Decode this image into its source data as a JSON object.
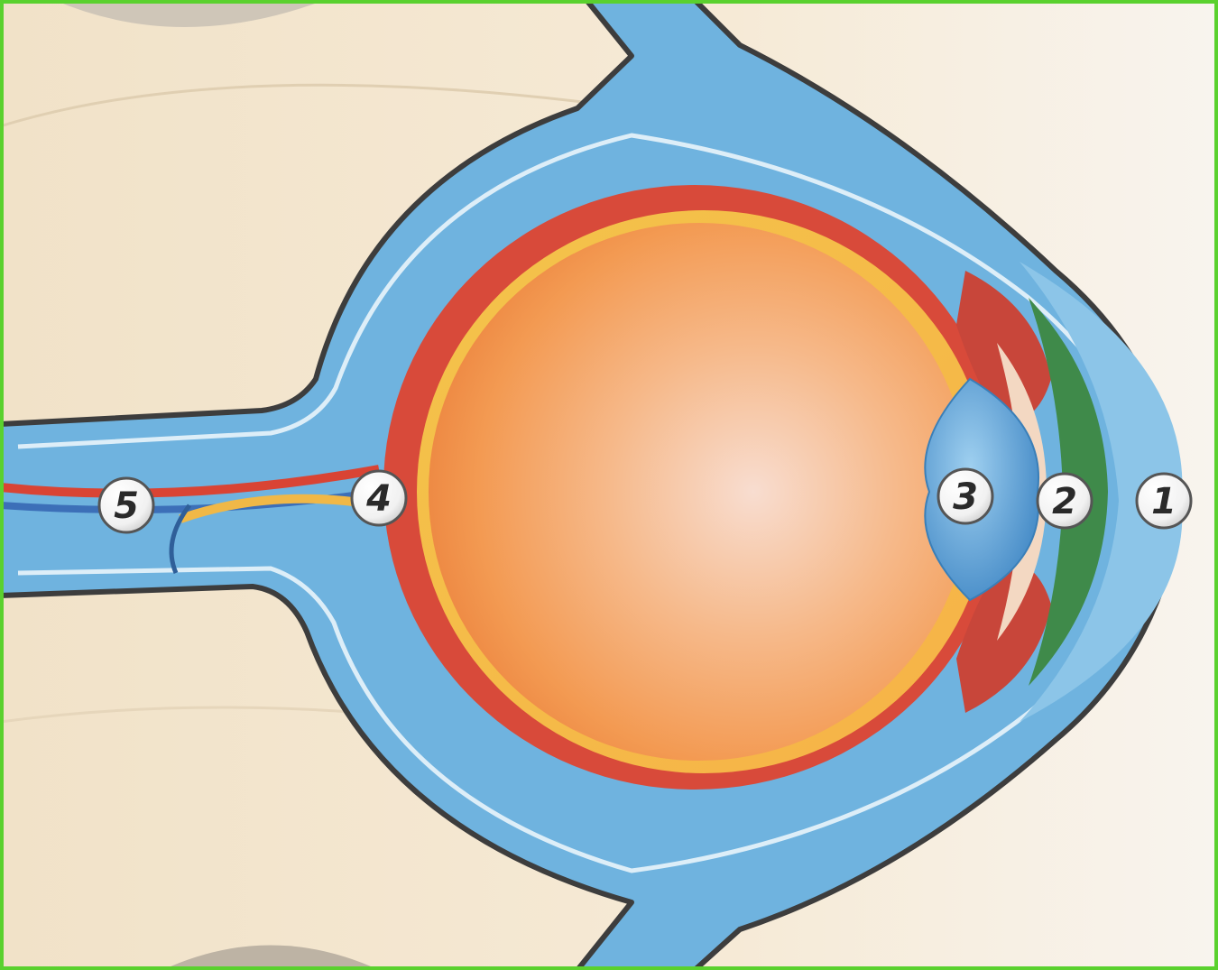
{
  "markers": [
    {
      "id": "marker-1",
      "label": "1"
    },
    {
      "id": "marker-2",
      "label": "2"
    },
    {
      "id": "marker-3",
      "label": "3"
    },
    {
      "id": "marker-4",
      "label": "4"
    },
    {
      "id": "marker-5",
      "label": "5"
    }
  ],
  "colors": {
    "background": "#f3e6cf",
    "sclera_blue": "#6fb3df",
    "sclera_outline": "#3d3d3d",
    "choroid_red": "#d84a3a",
    "retina_yellow": "#f4c44a",
    "vitreous_orange": "#f39a52",
    "vitreous_center": "#f7d6c6",
    "lens_blue": "#4f9ad4",
    "iris_green": "#3f8a4a",
    "frame_green": "#5ad12e"
  }
}
